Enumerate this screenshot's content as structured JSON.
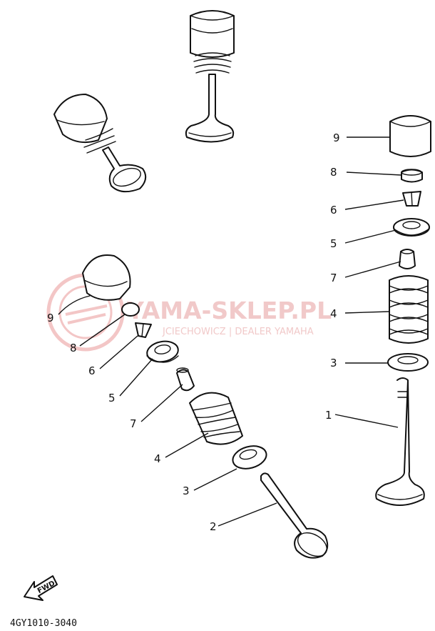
{
  "diagram": {
    "code": "4GY1010-3040",
    "fwd_label": "FWD",
    "watermark": {
      "title": "YAMA-SKLEP.PL",
      "subtitle": "JCIECHOWICZ | DEALER YAMAHA"
    },
    "callouts_right": [
      "9",
      "8",
      "6",
      "5",
      "7",
      "4",
      "3",
      "1"
    ],
    "callouts_left": [
      "9",
      "8",
      "6",
      "5",
      "7",
      "4",
      "3",
      "2"
    ]
  }
}
